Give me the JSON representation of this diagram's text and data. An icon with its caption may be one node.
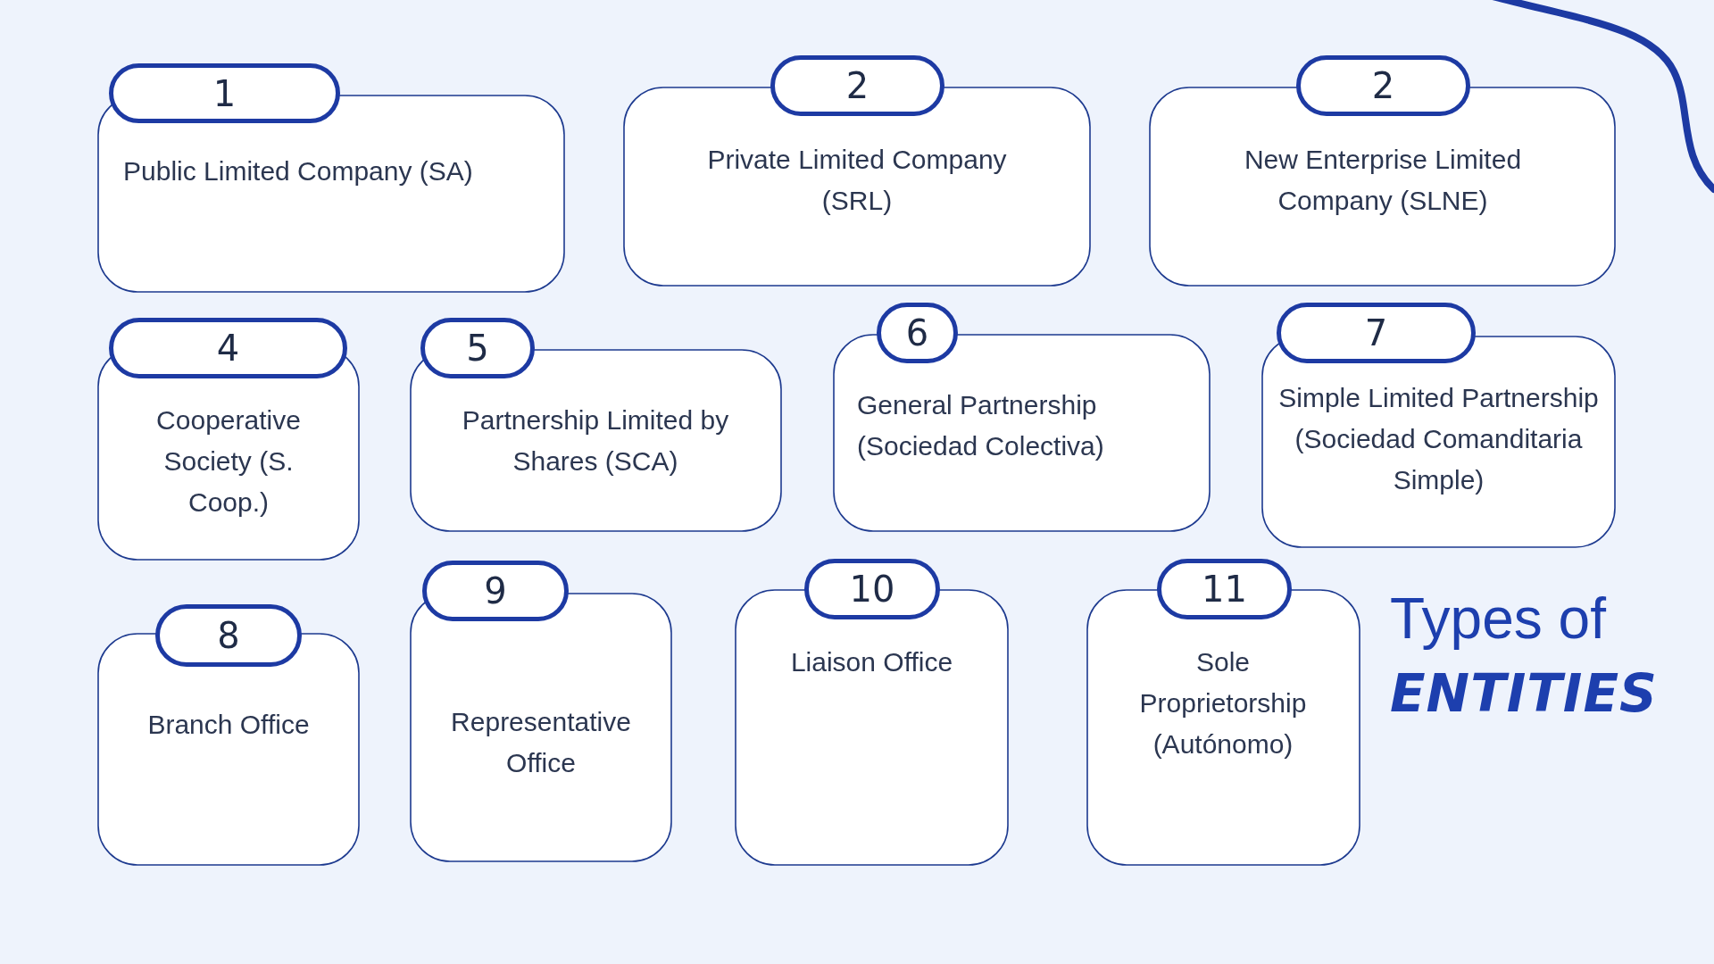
{
  "diagram": {
    "title": "Types of *ENTITIES*",
    "nodes": [
      {
        "text": [
          "1",
          "Public Limited Company (SA)"
        ]
      },
      {
        "text": [
          "2",
          "Private Limited Company (SRL)"
        ]
      },
      {
        "text": [
          "2",
          "New Enterprise Limited Company (SLNE)"
        ]
      },
      {
        "text": [
          "4",
          "Cooperative Society (S. Coop.)"
        ]
      },
      {
        "text": [
          "5",
          "Partnership Limited by Shares (SCA)"
        ]
      },
      {
        "text": [
          "6",
          "General Partnership (Sociedad Colectiva)"
        ]
      },
      {
        "text": [
          "7",
          "Simple Limited Partnership (Sociedad Comanditaria Simple)"
        ]
      },
      {
        "text": [
          "8",
          "Branch Office"
        ]
      },
      {
        "text": [
          "9",
          "Representative Office"
        ]
      },
      {
        "text": [
          "10",
          "Liaison Office"
        ]
      },
      {
        "text": [
          "11",
          "Sole Proprietorship (Autónomo)"
        ]
      }
    ],
    "edges": []
  }
}
